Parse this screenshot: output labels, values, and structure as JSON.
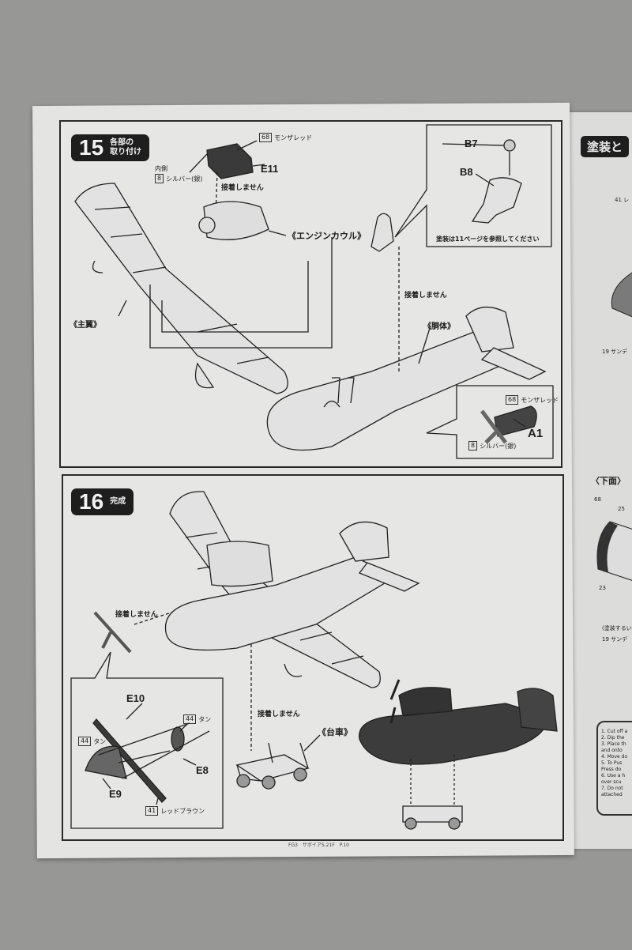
{
  "step15": {
    "number": "15",
    "title_line1": "各部の",
    "title_line2": "取り付け",
    "paint_e11_num": "68",
    "paint_e11_name": "モンザレッド",
    "inner_label": "内側",
    "paint_inner_num": "8",
    "paint_inner_name": "シルバー(銀)",
    "part_e11": "E11",
    "no_glue_1": "接着しません",
    "engine_cowl": "《エンジンカウル》",
    "main_wing": "《主翼》",
    "part_b7": "B7",
    "part_b8": "B8",
    "painting_ref": "塗装は11ページを参照してください",
    "no_glue_2": "接着しません",
    "fuselage": "《胴体》",
    "paint_a1_num": "68",
    "paint_a1_name": "モンザレッド",
    "paint_a1_silver_num": "8",
    "paint_a1_silver_name": "シルバー(銀)",
    "part_a1": "A1"
  },
  "step16": {
    "number": "16",
    "title": "完成",
    "no_glue_1": "接着しません",
    "part_e10": "E10",
    "paint_tan_num_1": "44",
    "paint_tan_name_1": "タン",
    "paint_tan_num_2": "44",
    "paint_tan_name_2": "タン",
    "part_e8": "E8",
    "part_e9": "E9",
    "paint_red_brown_num": "41",
    "paint_red_brown_name": "レッドブラウン",
    "no_glue_2": "接着しません",
    "dolly": "《台車》"
  },
  "footer": "FG3　サボイアS.21F　P.10",
  "right_page": {
    "title": "塗装と",
    "paint_41": "41 レ",
    "paint_19a": "19 サンデ",
    "underside": "〈下面〉",
    "paint_68": "68",
    "paint_25": "25",
    "paint_23": "23",
    "note_paint": "(塗装するい",
    "paint_19b": "19 サンデ",
    "notes": [
      "1. Cut off a",
      "2. Dip the",
      "3. Place th",
      "and onto",
      "4. Move do",
      "5. To Pus",
      "Press do",
      "6. Use a h",
      "over scu",
      "7. Do not",
      "attached"
    ]
  }
}
